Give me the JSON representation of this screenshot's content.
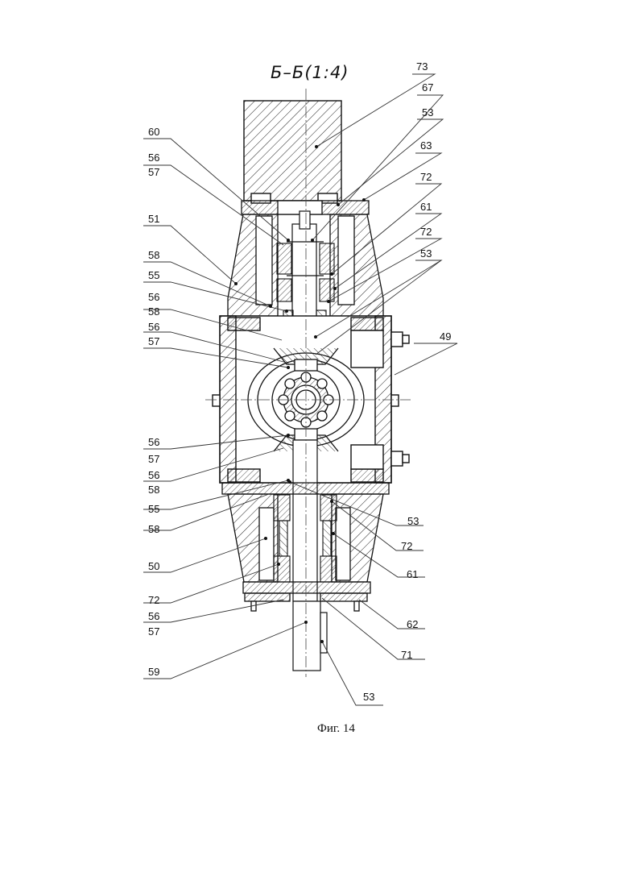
{
  "title": "Б–Б(1:4)",
  "caption": "Фиг. 14",
  "labels": {
    "l73": "73",
    "l67": "67",
    "l53a": "53",
    "l63": "63",
    "l72a": "72",
    "l61a": "61",
    "l72b": "72",
    "l53b": "53",
    "l49": "49",
    "l60": "60",
    "l56a": "56",
    "l57a": "57",
    "l51": "51",
    "l58a": "58",
    "l55a": "55",
    "l56b": "56",
    "l58b": "58",
    "l56c": "56",
    "l57b": "57",
    "l56d": "56",
    "l57c": "57",
    "l56e": "56",
    "l58c": "58",
    "l55b": "55",
    "l58d": "58",
    "l53c": "53",
    "l72c": "72",
    "l50": "50",
    "l61b": "61",
    "l72d": "72",
    "l56f": "56",
    "l57d": "57",
    "l62": "62",
    "l71": "71",
    "l59": "59",
    "l53d": "53"
  },
  "colors": {
    "ink": "#111111",
    "paper": "#ffffff",
    "leader": "#333333"
  }
}
